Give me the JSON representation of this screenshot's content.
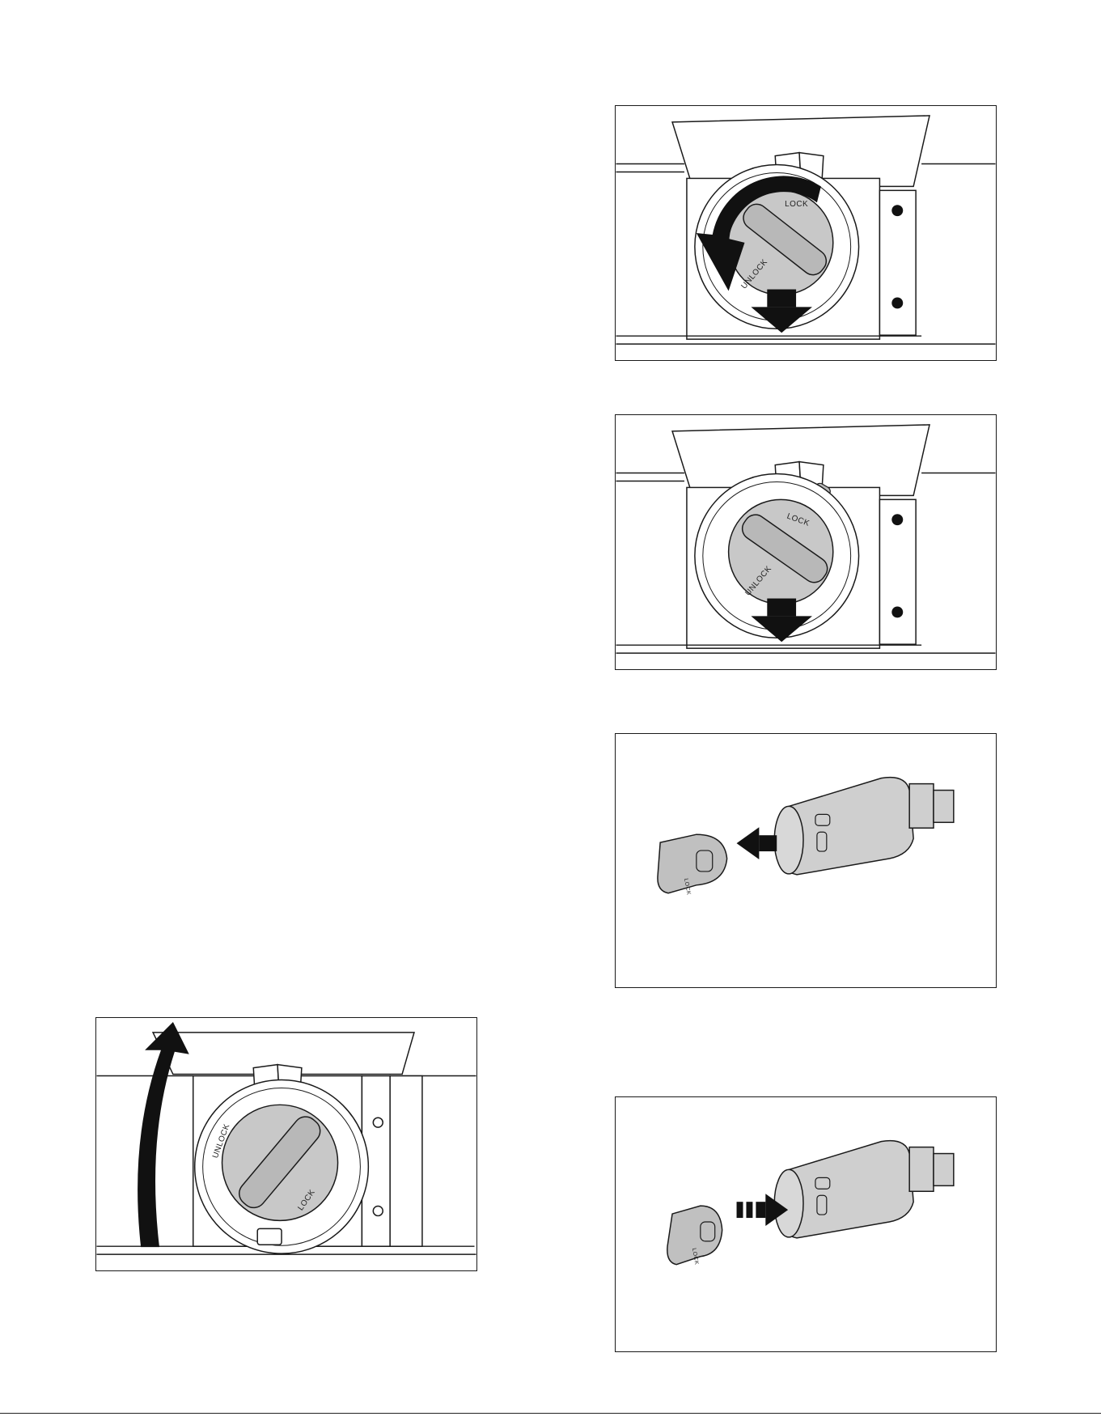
{
  "figures": [
    {
      "id": "fig-1",
      "step": "rotate-dial-counterclockwise-then-pull-down",
      "dial_labels": {
        "lock": "LOCK",
        "unlock": "UNLOCK"
      }
    },
    {
      "id": "fig-2",
      "step": "pull-filter-down",
      "dial_labels": {
        "lock": "LOCK",
        "unlock": "UNLOCK"
      }
    },
    {
      "id": "fig-3",
      "step": "remove-cap-from-filter",
      "cap_labels": {
        "lock": "LOCK"
      }
    },
    {
      "id": "fig-4",
      "step": "attach-cap-to-new-filter",
      "cap_labels": {
        "lock": "LOCK"
      }
    },
    {
      "id": "fig-5",
      "step": "insert-and-lock-then-close-cover",
      "dial_labels": {
        "lock": "LOCK",
        "unlock": "UNLOCK"
      }
    }
  ],
  "icons": {
    "rotate_arrow": "curved-arrow-icon",
    "down_arrow": "down-arrow-icon",
    "left_arrow": "left-arrow-icon",
    "right_arrow": "right-arrow-icon",
    "up_arrow": "curved-up-arrow-icon"
  },
  "colors": {
    "line": "#1a1a1a",
    "dial_fill": "#c8c8c8",
    "filter_fill": "#cfcfcf",
    "arrow_fill": "#111111"
  }
}
